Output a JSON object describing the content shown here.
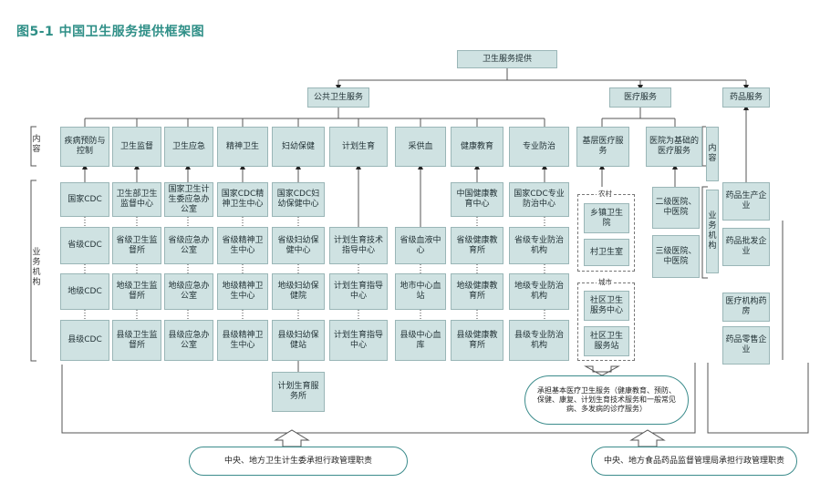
{
  "title": "图5-1 中国卫生服务提供框架图",
  "root": "卫生服务提供",
  "level1": {
    "public": "公共卫生服务",
    "medical": "医疗服务",
    "drug": "药品服务"
  },
  "row_labels": {
    "content": "内容",
    "agencies": "业务机构",
    "content_right": "内容",
    "agencies_right": "业务机构"
  },
  "public_columns": [
    {
      "content": "疾病预防与控制",
      "national": "国家CDC",
      "provincial": "省级CDC",
      "prefecture": "地级CDC",
      "county": "县级CDC"
    },
    {
      "content": "卫生监督",
      "national": "卫生部卫生监督中心",
      "provincial": "省级卫生监督所",
      "prefecture": "地级卫生监督所",
      "county": "县级卫生监督所"
    },
    {
      "content": "卫生应急",
      "national": "国家卫生计生委应急办公室",
      "provincial": "省级应急办公室",
      "prefecture": "地级应急办公室",
      "county": "县级应急办公室"
    },
    {
      "content": "精神卫生",
      "national": "国家CDC精神卫生中心",
      "provincial": "省级精神卫生中心",
      "prefecture": "地级精神卫生中心",
      "county": "县级精神卫生中心"
    },
    {
      "content": "妇幼保健",
      "national": "国家CDC妇幼保健中心",
      "provincial": "省级妇幼保健中心",
      "prefecture": "地级妇幼保健院",
      "county": "县级妇幼保健站"
    },
    {
      "content": "计划生育",
      "national": "",
      "provincial": "计划生育技术指导中心",
      "prefecture": "计划生育指导中心",
      "county": "计划生育指导中心"
    },
    {
      "content": "采供血",
      "national": "",
      "provincial": "省级血液中心",
      "prefecture": "地市中心血站",
      "county": "县级中心血库"
    },
    {
      "content": "健康教育",
      "national": "中国健康教育中心",
      "provincial": "省级健康教育所",
      "prefecture": "地级健康教育所",
      "county": "县级健康教育所"
    },
    {
      "content": "专业防治",
      "national": "国家CDC专业防治中心",
      "provincial": "省级专业防治机构",
      "prefecture": "地级专业防治机构",
      "county": "县级专业防治机构"
    }
  ],
  "extra_box": "计划生育服务所",
  "medical": {
    "primary": "基层医疗服务",
    "hospital": "医院为基础的医疗服务",
    "rural_tag": "农村",
    "rural": [
      "乡镇卫生院",
      "村卫生室"
    ],
    "urban_tag": "城市",
    "urban": [
      "社区卫生服务中心",
      "社区卫生服务站"
    ],
    "hospitals": [
      "二级医院、中医院",
      "三级医院、中医院"
    ],
    "callout": "承担基本医疗卫生服务（健康教育、预防、保健、康复、计划生育技术服务和一般常见病、多发病的诊疗服务）"
  },
  "drug": {
    "items": [
      "药品生产企业",
      "药品批发企业",
      "医疗机构药房",
      "药品零售企业"
    ]
  },
  "footer": {
    "left": "中央、地方卫生计生委承担行政管理职责",
    "right": "中央、地方食品药品监督管理局承担行政管理职责"
  },
  "colors": {
    "title": "#2f8f87",
    "box_fill": "#cfe2e2",
    "box_border": "#9ab6b7"
  }
}
